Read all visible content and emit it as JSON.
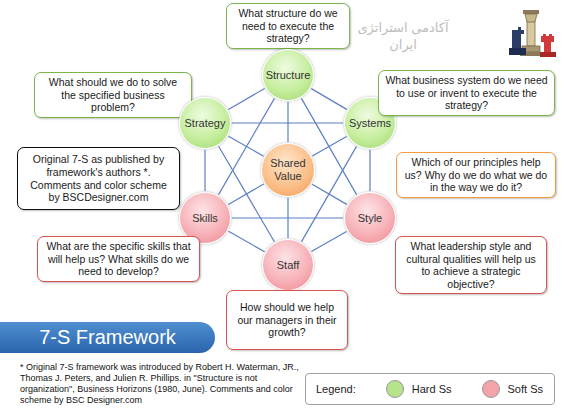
{
  "diagram": {
    "title": "7-S Framework",
    "caption": "* Original 7-S framework was introduced by Robert H. Waterman, JR., Thomas J. Peters, and Julien R. Phillips. in \"Structure is not organization\", Business Horizons (1980, June). Comments and color scheme by BSC Designer.com",
    "nodes": [
      {
        "text": [
          "What structure do we need to execute the strategy?"
        ]
      },
      {
        "text": [
          "Structure"
        ]
      },
      {
        "text": [
          "What should we do to solve the specified business problem?"
        ]
      },
      {
        "text": [
          "Strategy"
        ]
      },
      {
        "text": [
          "Systems"
        ]
      },
      {
        "text": [
          "What business system do we need to use or invent to execute the strategy?"
        ]
      },
      {
        "text": [
          "Original 7-S as published by framework's authors *. Comments and color scheme by BSCDesigner.com"
        ]
      },
      {
        "text": [
          "Shared Value"
        ]
      },
      {
        "text": [
          "Which of our principles help us? Why do we do what we do in the way we do it?"
        ]
      },
      {
        "text": [
          "Skills"
        ]
      },
      {
        "text": [
          "Style"
        ]
      },
      {
        "text": [
          "What are the specific skills that will help us? What skills do we need to develop?"
        ]
      },
      {
        "text": [
          "What leadership style and cultural qualities will help us to achieve a strategic objective?"
        ]
      },
      {
        "text": [
          "Staff"
        ]
      },
      {
        "text": [
          "How should we help our managers in their growth?"
        ]
      }
    ],
    "edges": [
      {
        "from": 1,
        "to": 4,
        "arrow": "none"
      },
      {
        "from": 4,
        "to": 10,
        "arrow": "none"
      },
      {
        "from": 10,
        "to": 13,
        "arrow": "none"
      },
      {
        "from": 13,
        "to": 9,
        "arrow": "none"
      },
      {
        "from": 9,
        "to": 3,
        "arrow": "none"
      },
      {
        "from": 3,
        "to": 1,
        "arrow": "none"
      },
      {
        "from": 1,
        "to": 10,
        "arrow": "none"
      },
      {
        "from": 1,
        "to": 9,
        "arrow": "none"
      },
      {
        "from": 4,
        "to": 13,
        "arrow": "none"
      },
      {
        "from": 3,
        "to": 4,
        "arrow": "none"
      },
      {
        "from": 9,
        "to": 10,
        "arrow": "none"
      },
      {
        "from": 3,
        "to": 13,
        "arrow": "none"
      },
      {
        "from": 7,
        "to": 1,
        "arrow": "none"
      },
      {
        "from": 7,
        "to": 3,
        "arrow": "none"
      },
      {
        "from": 7,
        "to": 4,
        "arrow": "none"
      },
      {
        "from": 7,
        "to": 9,
        "arrow": "none"
      },
      {
        "from": 7,
        "to": 10,
        "arrow": "none"
      },
      {
        "from": 7,
        "to": 13,
        "arrow": "none"
      }
    ],
    "labels": [
      "آکادمی استراتژی ایران",
      "Legend:"
    ],
    "legend": [
      {
        "text": "Hard Ss",
        "color": "#b5e48c"
      },
      {
        "text": "Soft Ss",
        "color": "#f4a3aa"
      }
    ]
  }
}
